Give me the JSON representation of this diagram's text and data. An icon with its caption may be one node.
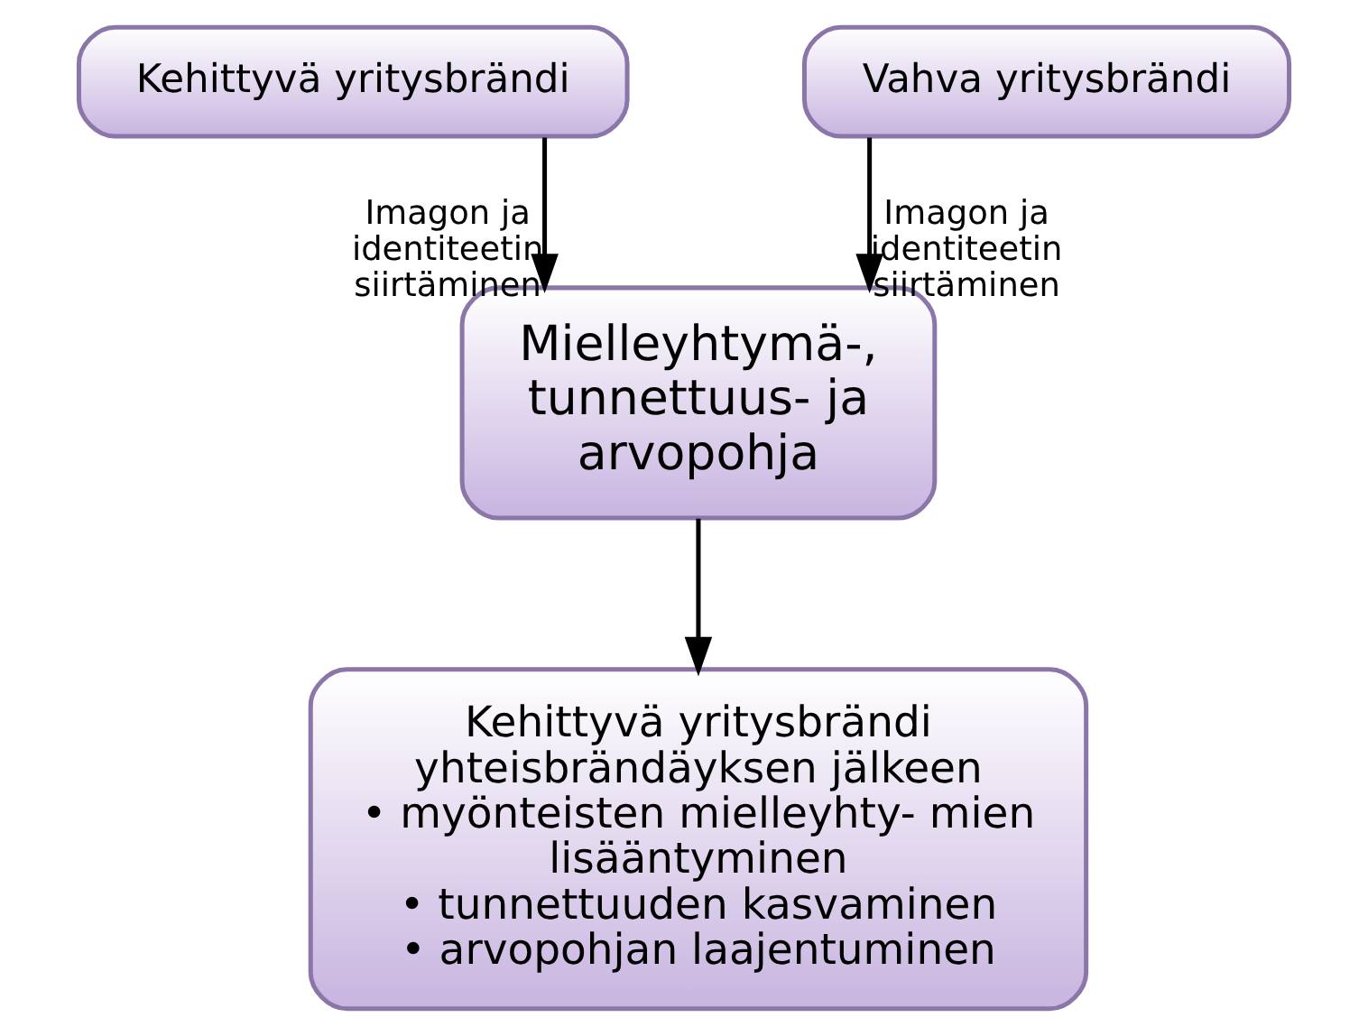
{
  "diagram": {
    "nodes": [
      {
        "text": [
          "Mielleyhtymä-, tunnettuus- ja arvopohja"
        ]
      },
      {
        "text": [
          "Kehittyvä yritysbrändi"
        ]
      },
      {
        "text": [
          "Vahva yritysbrändi"
        ]
      },
      {
        "text": [
          "Kehittyvä yritysbrändi yhteisbrändäyksen jälkeen",
          "• myönteisten mielleyhty- mien lisääntyminen",
          "• tunnettuuden kasvaminen",
          "• arvopohjan laajentuminen"
        ]
      }
    ],
    "edges": [
      {
        "from": 1,
        "to": 0,
        "arrow": "to",
        "label": "Imagon ja identiteetin siirtäminen"
      },
      {
        "from": 2,
        "to": 0,
        "arrow": "to",
        "label": "Imagon ja identiteetin siirtäminen"
      },
      {
        "from": 0,
        "to": 3,
        "arrow": "to"
      }
    ]
  }
}
